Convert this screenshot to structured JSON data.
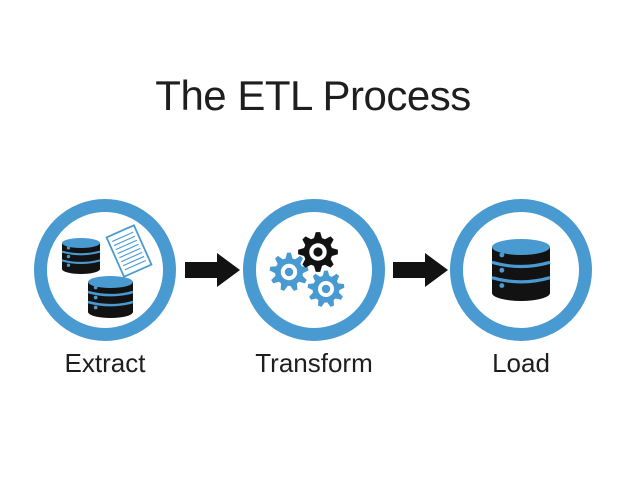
{
  "title": "The ETL Process",
  "colors": {
    "accent_blue": "#4a9ad2",
    "icon_black": "#121212",
    "text": "#1e1e1e",
    "background": "#ffffff"
  },
  "steps": [
    {
      "id": "extract",
      "label": "Extract",
      "icon": "databases-with-document-icon"
    },
    {
      "id": "transform",
      "label": "Transform",
      "icon": "gears-icon"
    },
    {
      "id": "load",
      "label": "Load",
      "icon": "database-stack-icon"
    }
  ],
  "connectors": [
    {
      "icon": "arrow-right-icon"
    },
    {
      "icon": "arrow-right-icon"
    }
  ]
}
